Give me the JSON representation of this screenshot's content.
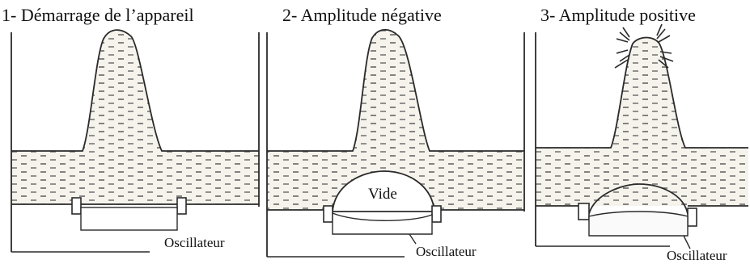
{
  "panels": [
    {
      "title": "1- Démarrage de l’appareil",
      "label": "Oscillateur"
    },
    {
      "title": "2- Amplitude négative",
      "inner_label": "Vide",
      "label": "Oscillateur"
    },
    {
      "title": "3- Amplitude positive",
      "label": "Oscillateur"
    }
  ],
  "colors": {
    "ink": "#2a2a2a",
    "paper": "#f6f3ec",
    "dash": "#6a6a6a"
  }
}
